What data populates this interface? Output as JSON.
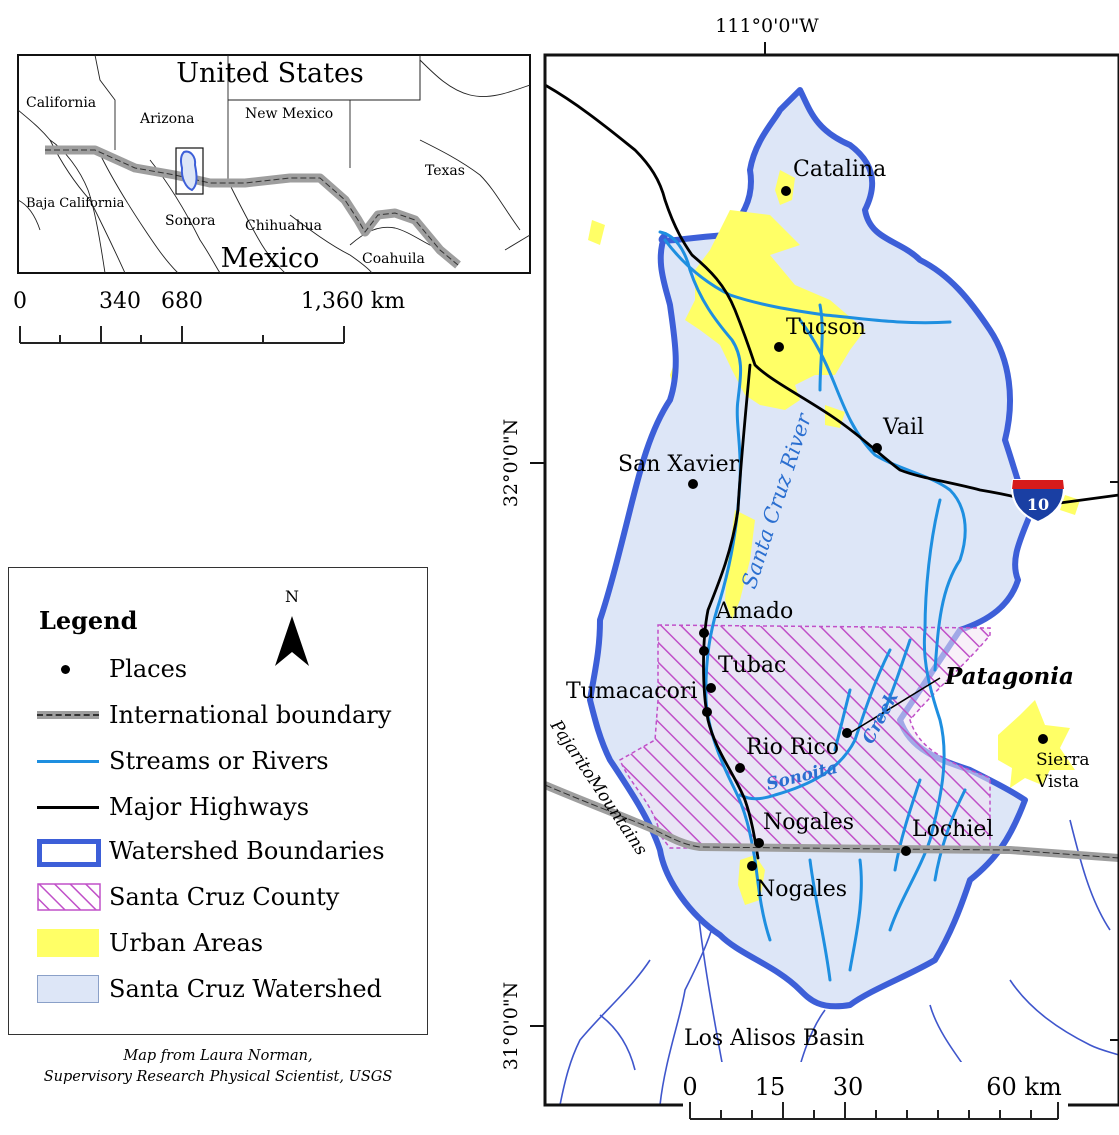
{
  "inset_map": {
    "labels": {
      "united_states": "United States",
      "mexico": "Mexico",
      "california": "California",
      "arizona": "Arizona",
      "new_mexico": "New Mexico",
      "texas": "Texas",
      "baja_california": "Baja California",
      "sonora": "Sonora",
      "chihuahua": "Chihuahua",
      "coahuila": "Coahuila"
    },
    "scale": {
      "ticks": [
        "0",
        "340",
        "680",
        "1,360 km"
      ]
    }
  },
  "main_map": {
    "graticule": {
      "top_longitude": "111°0'0\"W",
      "lat_32": "32°0'0\"N",
      "lat_31": "31°0'0\"N"
    },
    "places": {
      "catalina": "Catalina",
      "tucson": "Tucson",
      "vail": "Vail",
      "san_xavier": "San Xavier",
      "amado": "Amado",
      "tubac": "Tubac",
      "tumacacori": "Tumacacori",
      "rio_rico": "Rio Rico",
      "nogales_us": "Nogales",
      "nogales_mx": "Nogales",
      "lochiel": "Lochiel",
      "patagonia": "Patagonia",
      "sierra": "Sierra",
      "vista": "Vista",
      "los_alisos": "Los Alisos Basin"
    },
    "features": {
      "santa_cruz_river": "Santa Cruz River",
      "sonoita": "Sonoita",
      "creek": "Creek",
      "pajarito": "PajaritoMountains"
    },
    "interstate_shield": "10",
    "scale": {
      "ticks": [
        "0",
        "15",
        "30",
        "60 km"
      ]
    }
  },
  "legend": {
    "north": "N",
    "title": "Legend",
    "items": {
      "places": "Places",
      "international": "International boundary",
      "streams": "Streams or Rivers",
      "highways": "Major Highways",
      "watershed_boundaries": "Watershed Boundaries",
      "county": "Santa Cruz County",
      "urban": "Urban Areas",
      "watershed": "Santa Cruz Watershed"
    }
  },
  "credit": {
    "line1": "Map from Laura Norman,",
    "line2": "Supervisory Research Physical Scientist, USGS"
  },
  "colors": {
    "watershed_fill": "#dde6f7",
    "watershed_border": "#3d5fd8",
    "stream": "#1e8fe0",
    "urban": "#ffff66",
    "county_hatch": "#c050c8",
    "boundary": "#999999"
  }
}
